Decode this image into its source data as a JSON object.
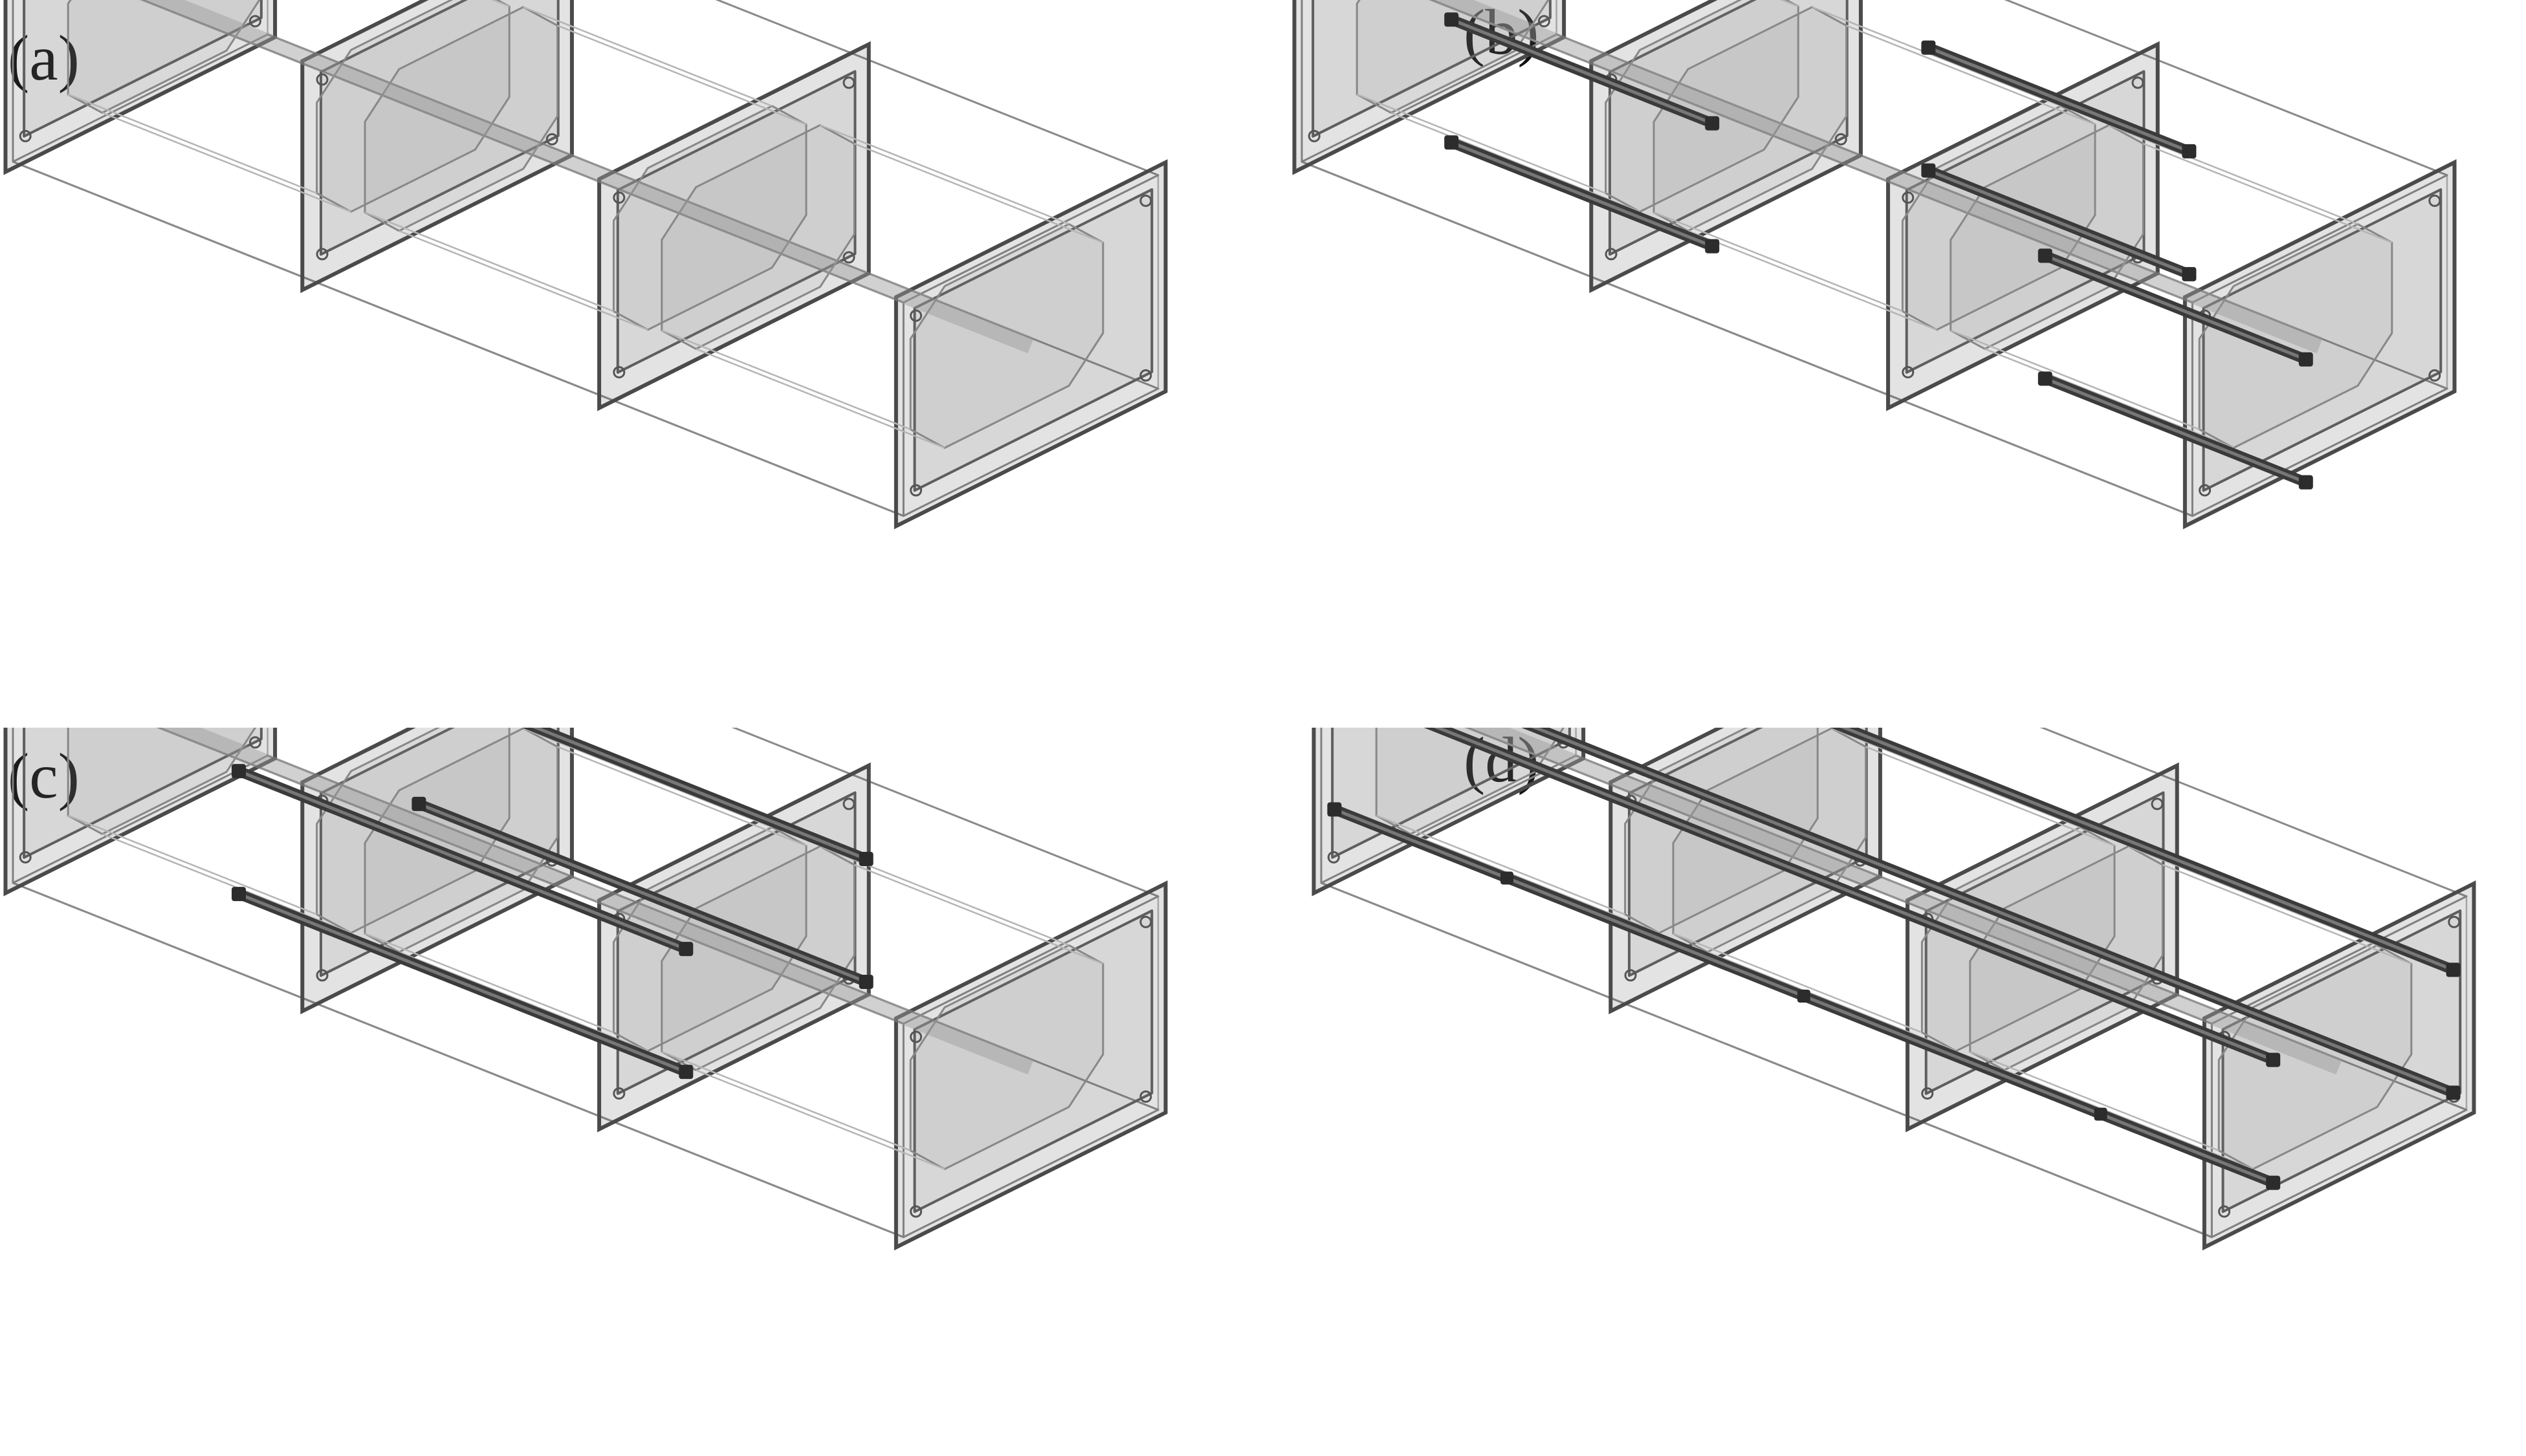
{
  "panels": [
    {
      "id": "a",
      "label": "(a)",
      "rods": "none"
    },
    {
      "id": "b",
      "label": "(b)",
      "rods": "short-segments"
    },
    {
      "id": "c",
      "label": "(c)",
      "rods": "partial-long"
    },
    {
      "id": "d",
      "label": "(d)",
      "rods": "full-length"
    }
  ]
}
